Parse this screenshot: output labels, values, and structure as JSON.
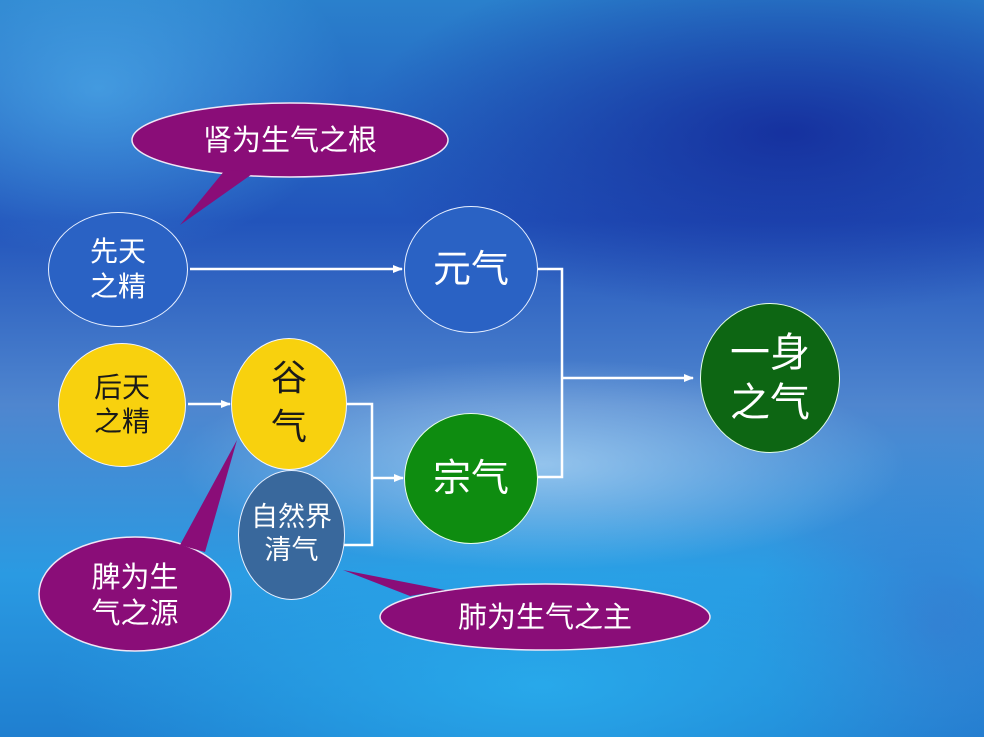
{
  "nodes": {
    "xiantian": {
      "line1": "先天",
      "line2": "之精"
    },
    "houtian": {
      "line1": "后天",
      "line2": "之精"
    },
    "guqi": {
      "line1": "谷",
      "line2": "气"
    },
    "ziranjie": {
      "line1": "自然界",
      "line2": "清气"
    },
    "yuanqi": {
      "text": "元气"
    },
    "zongqi": {
      "text": "宗气"
    },
    "yishen": {
      "line1": "一身",
      "line2": "之气"
    }
  },
  "callouts": {
    "shen": "肾为生气之根",
    "pi": {
      "line1": "脾为生",
      "line2": "气之源"
    },
    "fei": "肺为生气之主"
  },
  "colors": {
    "callout_fill": "#8a0d78",
    "blue_circle": "#2a62c4",
    "yellow_circle": "#f8d10e",
    "green_circle": "#0e8c10",
    "dark_green_circle": "#0d6613",
    "slate_circle": "#39689c",
    "arrow": "#ffffff"
  }
}
